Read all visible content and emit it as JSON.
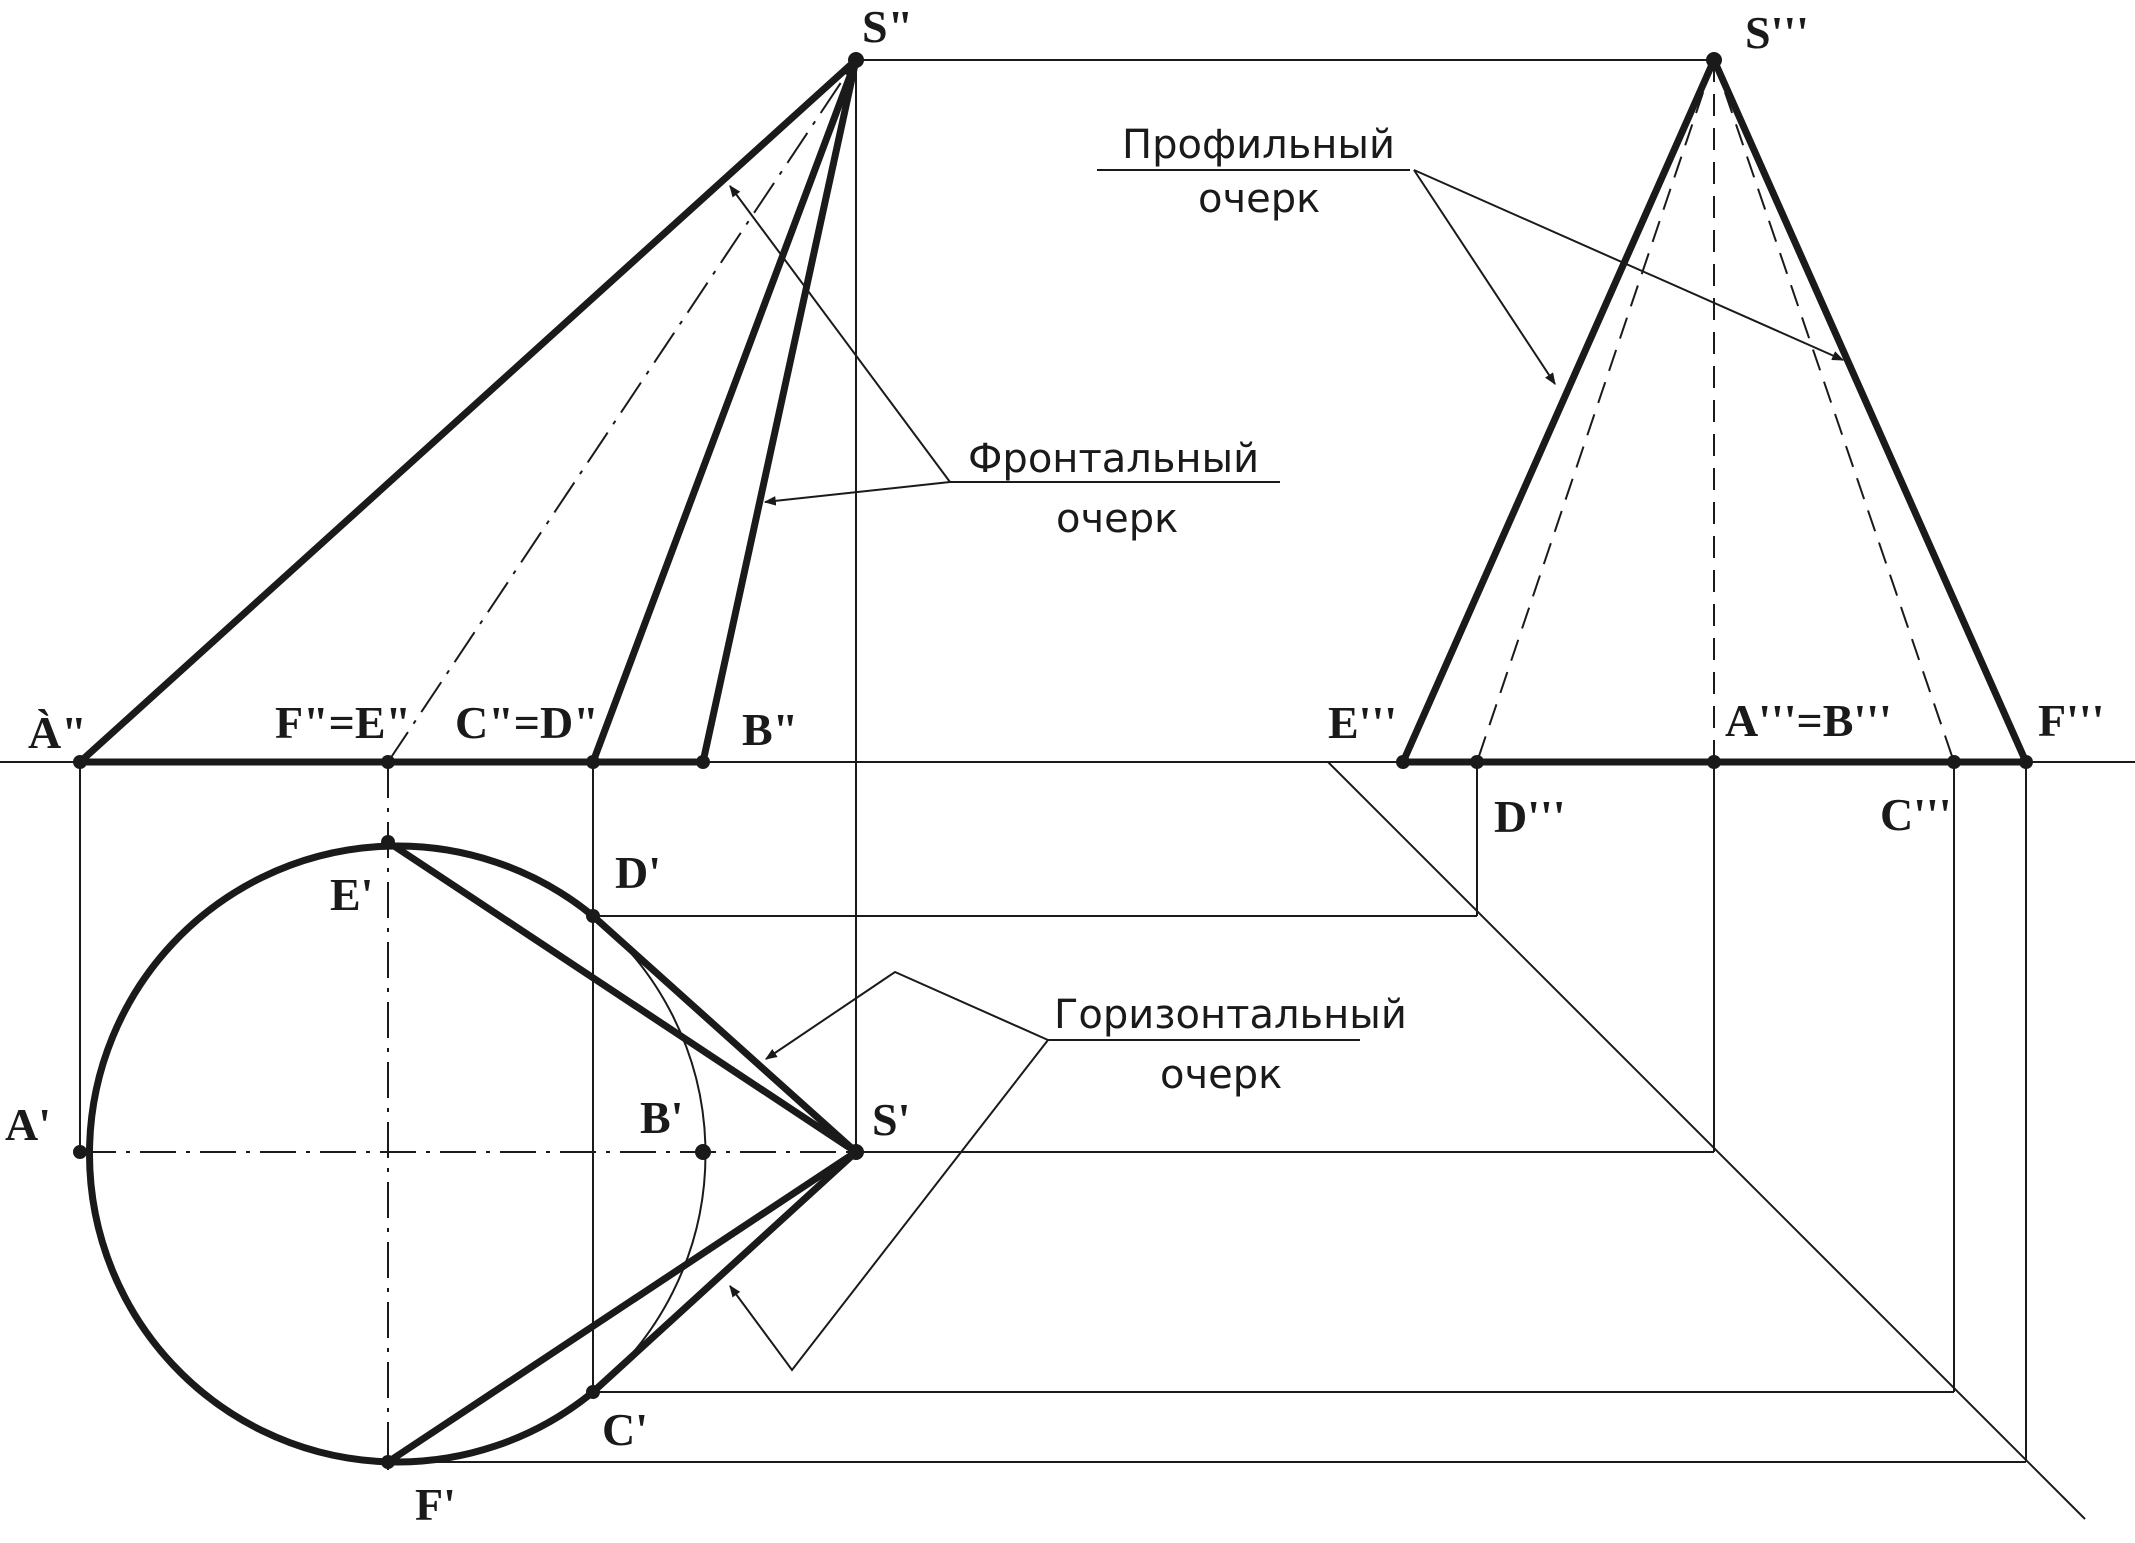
{
  "labels": {
    "a2": "À\"",
    "f2e2": "F\"=E\"",
    "c2d2": "C\"=D\"",
    "b2": "B\"",
    "s2": "S\"",
    "s3": "S'''",
    "e3": "E'''",
    "a3b3": "A'''=B'''",
    "f3": "F'''",
    "d3": "D'''",
    "c3": "C'''",
    "e1": "E'",
    "d1": "D'",
    "a1": "A'",
    "b1": "B'",
    "s1": "S'",
    "c1": "C'",
    "f1": "F'"
  },
  "captions": {
    "profile_line1": "Профильный",
    "profile_line2": "очерк",
    "frontal_line1": "Фронтальный",
    "frontal_line2": "очерк",
    "horizontal_line1": "Горизонтальный",
    "horizontal_line2": "очерк"
  },
  "colors": {
    "ink": "#1a1a1a",
    "background": "#ffffff"
  }
}
